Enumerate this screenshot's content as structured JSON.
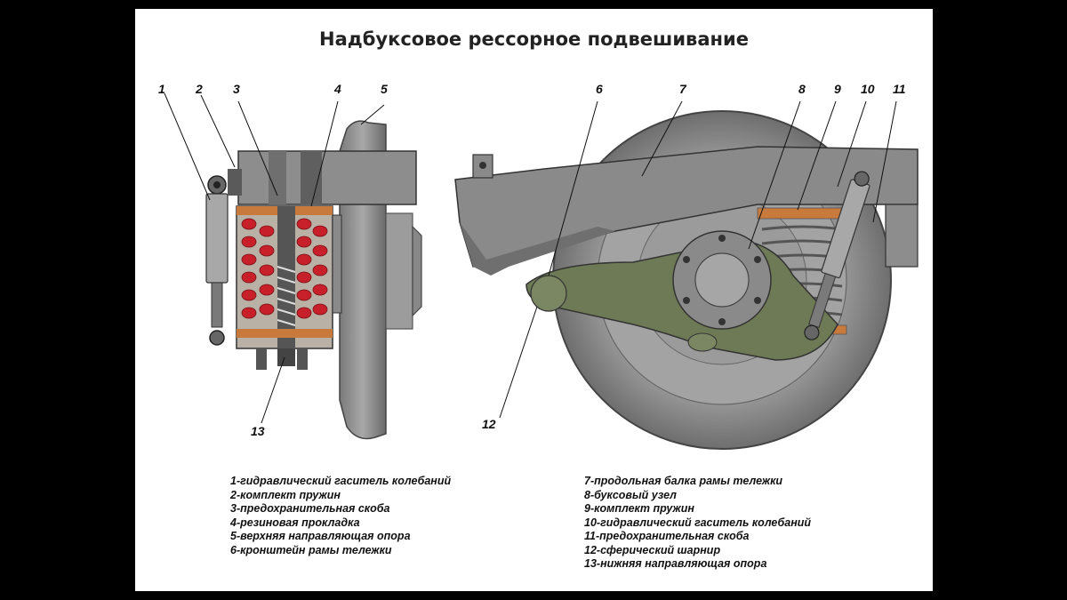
{
  "title": "Надбуксовое рессорное подвешивание",
  "callouts": [
    "1",
    "2",
    "3",
    "4",
    "5",
    "6",
    "7",
    "8",
    "9",
    "10",
    "11",
    "12",
    "13"
  ],
  "legend_left": [
    "1-гидравлический гаситель колебаний",
    "2-комплект пружин",
    "3-предохранительная скоба",
    "4-резиновая прокладка",
    "5-верхняя направляющая опора",
    "6-кронштейн рамы тележки"
  ],
  "legend_right": [
    "7-продольная балка рамы тележки",
    "8-буксовый узел",
    "9-комплект пружин",
    "10-гидравлический гаситель колебаний",
    "11-предохранительная скоба",
    "12-сферический шарнир",
    "13-нижняя направляющая опора"
  ],
  "colors": {
    "frame": "#8a8a8a",
    "wheel": "#9a9a9a",
    "spring_red": "#c8202a",
    "rubber": "#c87a3c",
    "axlebox_arm": "#6e7a55"
  }
}
